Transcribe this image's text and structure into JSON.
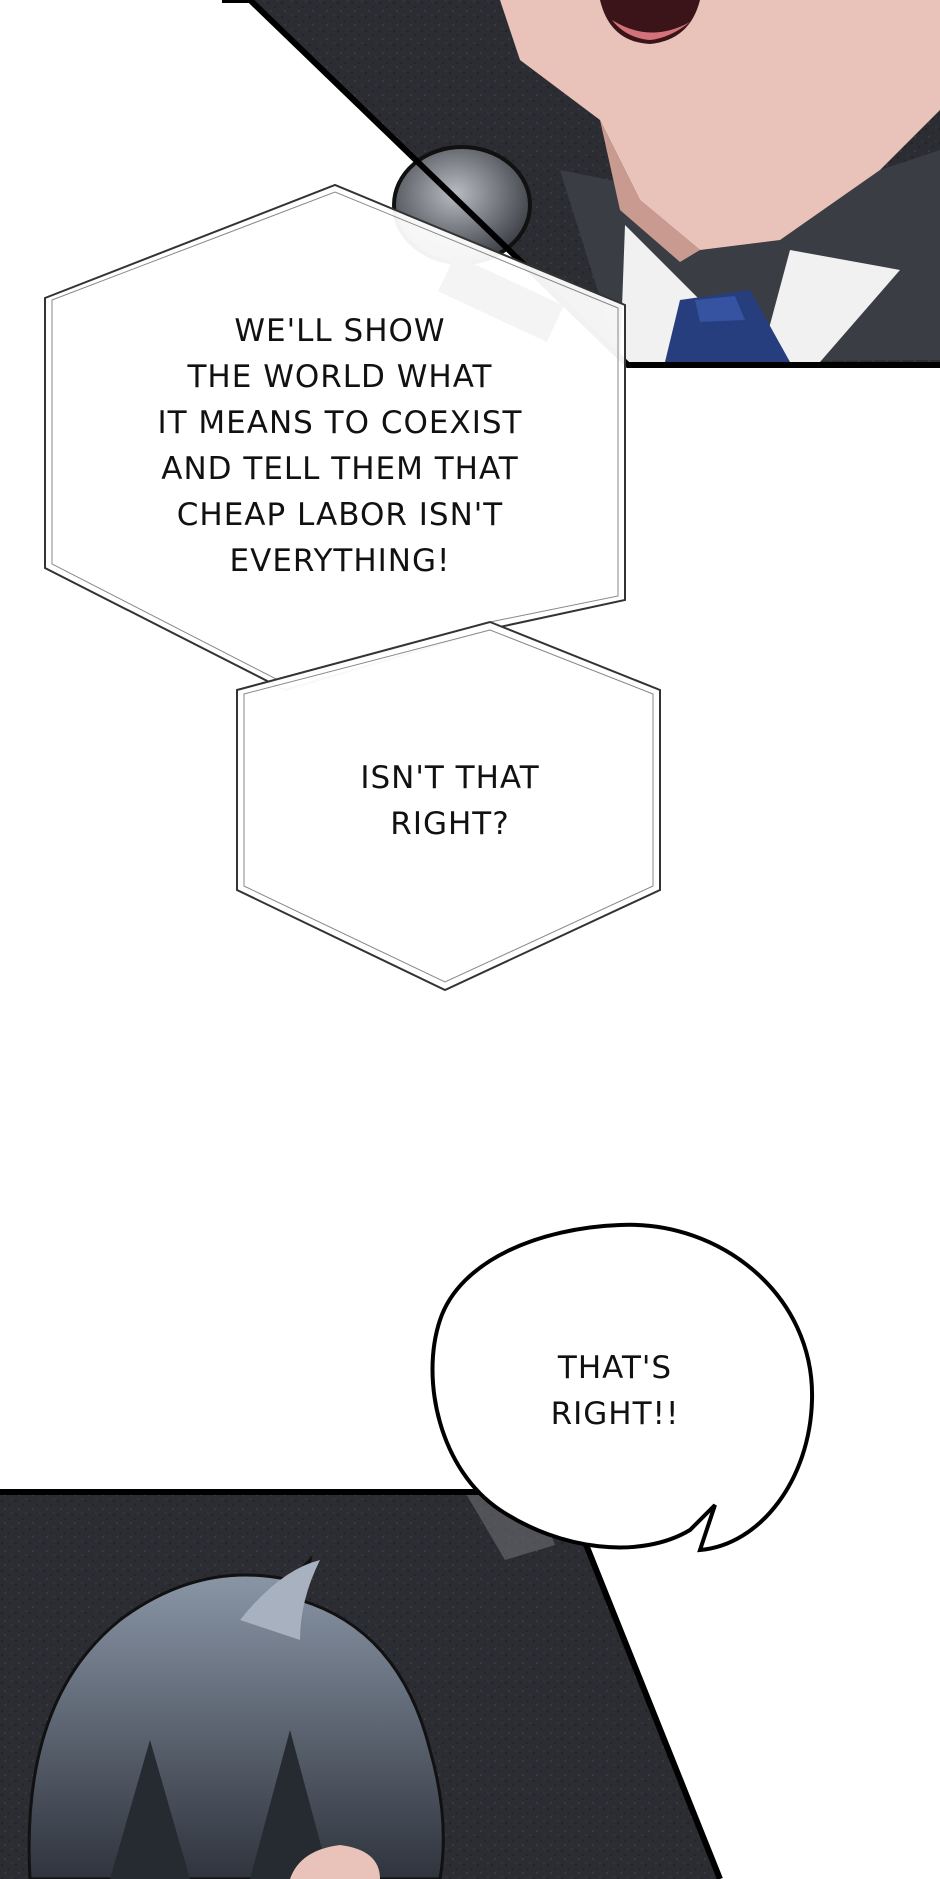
{
  "panels": {
    "top": {
      "scene": "speaker-at-microphone"
    },
    "bottom": {
      "scene": "dark-haired-character"
    }
  },
  "dialogue": {
    "bubble_1": "WE'LL SHOW\nTHE WORLD WHAT\nIT MEANS TO COEXIST\nAND TELL THEM THAT\nCHEAP LABOR ISN'T\nEVERYTHING!",
    "bubble_2": "ISN'T THAT\nRIGHT?",
    "bubble_3": "THAT'S\nRIGHT!!"
  },
  "colors": {
    "panel_dark": "#2b2d33",
    "suit": "#3a3d44",
    "skin": "#e9c3b9",
    "tie": "#263e7e",
    "shirt": "#f1f1f1",
    "hair": "#5c6675"
  }
}
